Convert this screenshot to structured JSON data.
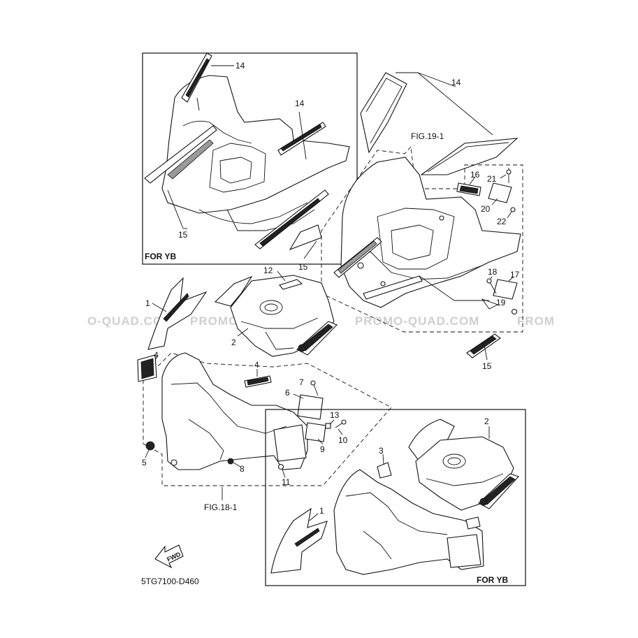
{
  "figure": {
    "code": "5TG7100-D460",
    "fwd_label": "FWD",
    "watermark": "PROMO-QUAD.COM",
    "watermark_left": "O-QUAD.COM",
    "watermark_right": "FROM",
    "box_top_left": {
      "caption": "FOR YB"
    },
    "box_bottom_right": {
      "caption": "FOR YB"
    },
    "refs": {
      "fig_19": "FIG.19-1",
      "fig_18": "FIG.18-1"
    },
    "callouts": {
      "c1a": "1",
      "c1b": "1",
      "c2a": "2",
      "c2b": "2",
      "c3": "3",
      "c4a": "4",
      "c4b": "4",
      "c5": "5",
      "c6": "6",
      "c7": "7",
      "c8": "8",
      "c9": "9",
      "c10": "10",
      "c11": "11",
      "c12": "12",
      "c13": "13",
      "c14a": "14",
      "c14b": "14",
      "c14c": "14",
      "c15a": "15",
      "c15b": "15",
      "c15c": "15",
      "c16": "16",
      "c17": "17",
      "c18": "18",
      "c19": "19",
      "c20": "20",
      "c21": "21",
      "c22": "22"
    }
  }
}
